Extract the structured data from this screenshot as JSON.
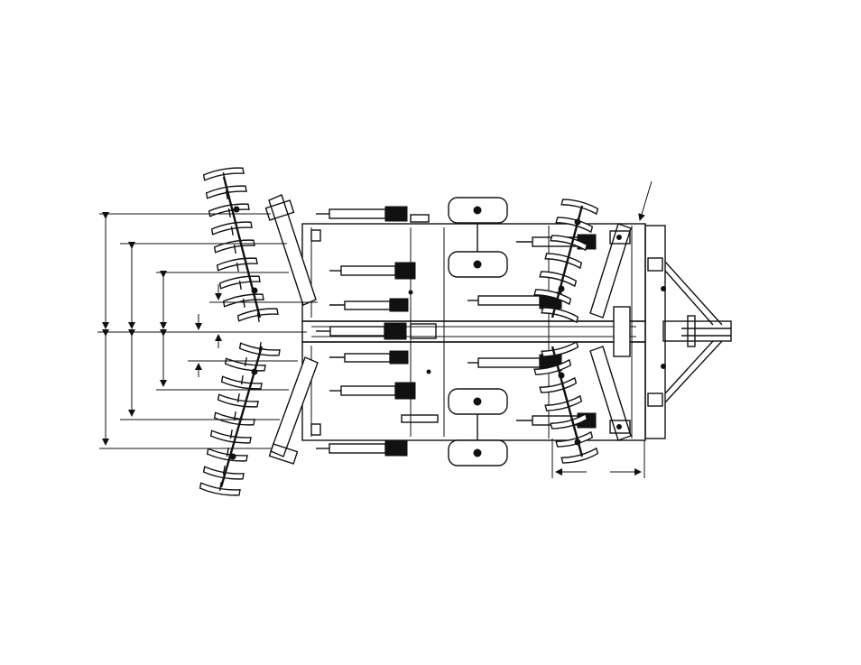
{
  "diagram": {
    "kind": "top-view line drawing of a tandem disc harrow",
    "labels": [],
    "dimension_callouts": {
      "left_lines_upper": 4,
      "left_lines_lower": 4,
      "bottom_horizontal": 1,
      "upper_right_leader_arrow": 1
    },
    "colors": {
      "ink": "#111111",
      "paper": "#ffffff"
    }
  }
}
